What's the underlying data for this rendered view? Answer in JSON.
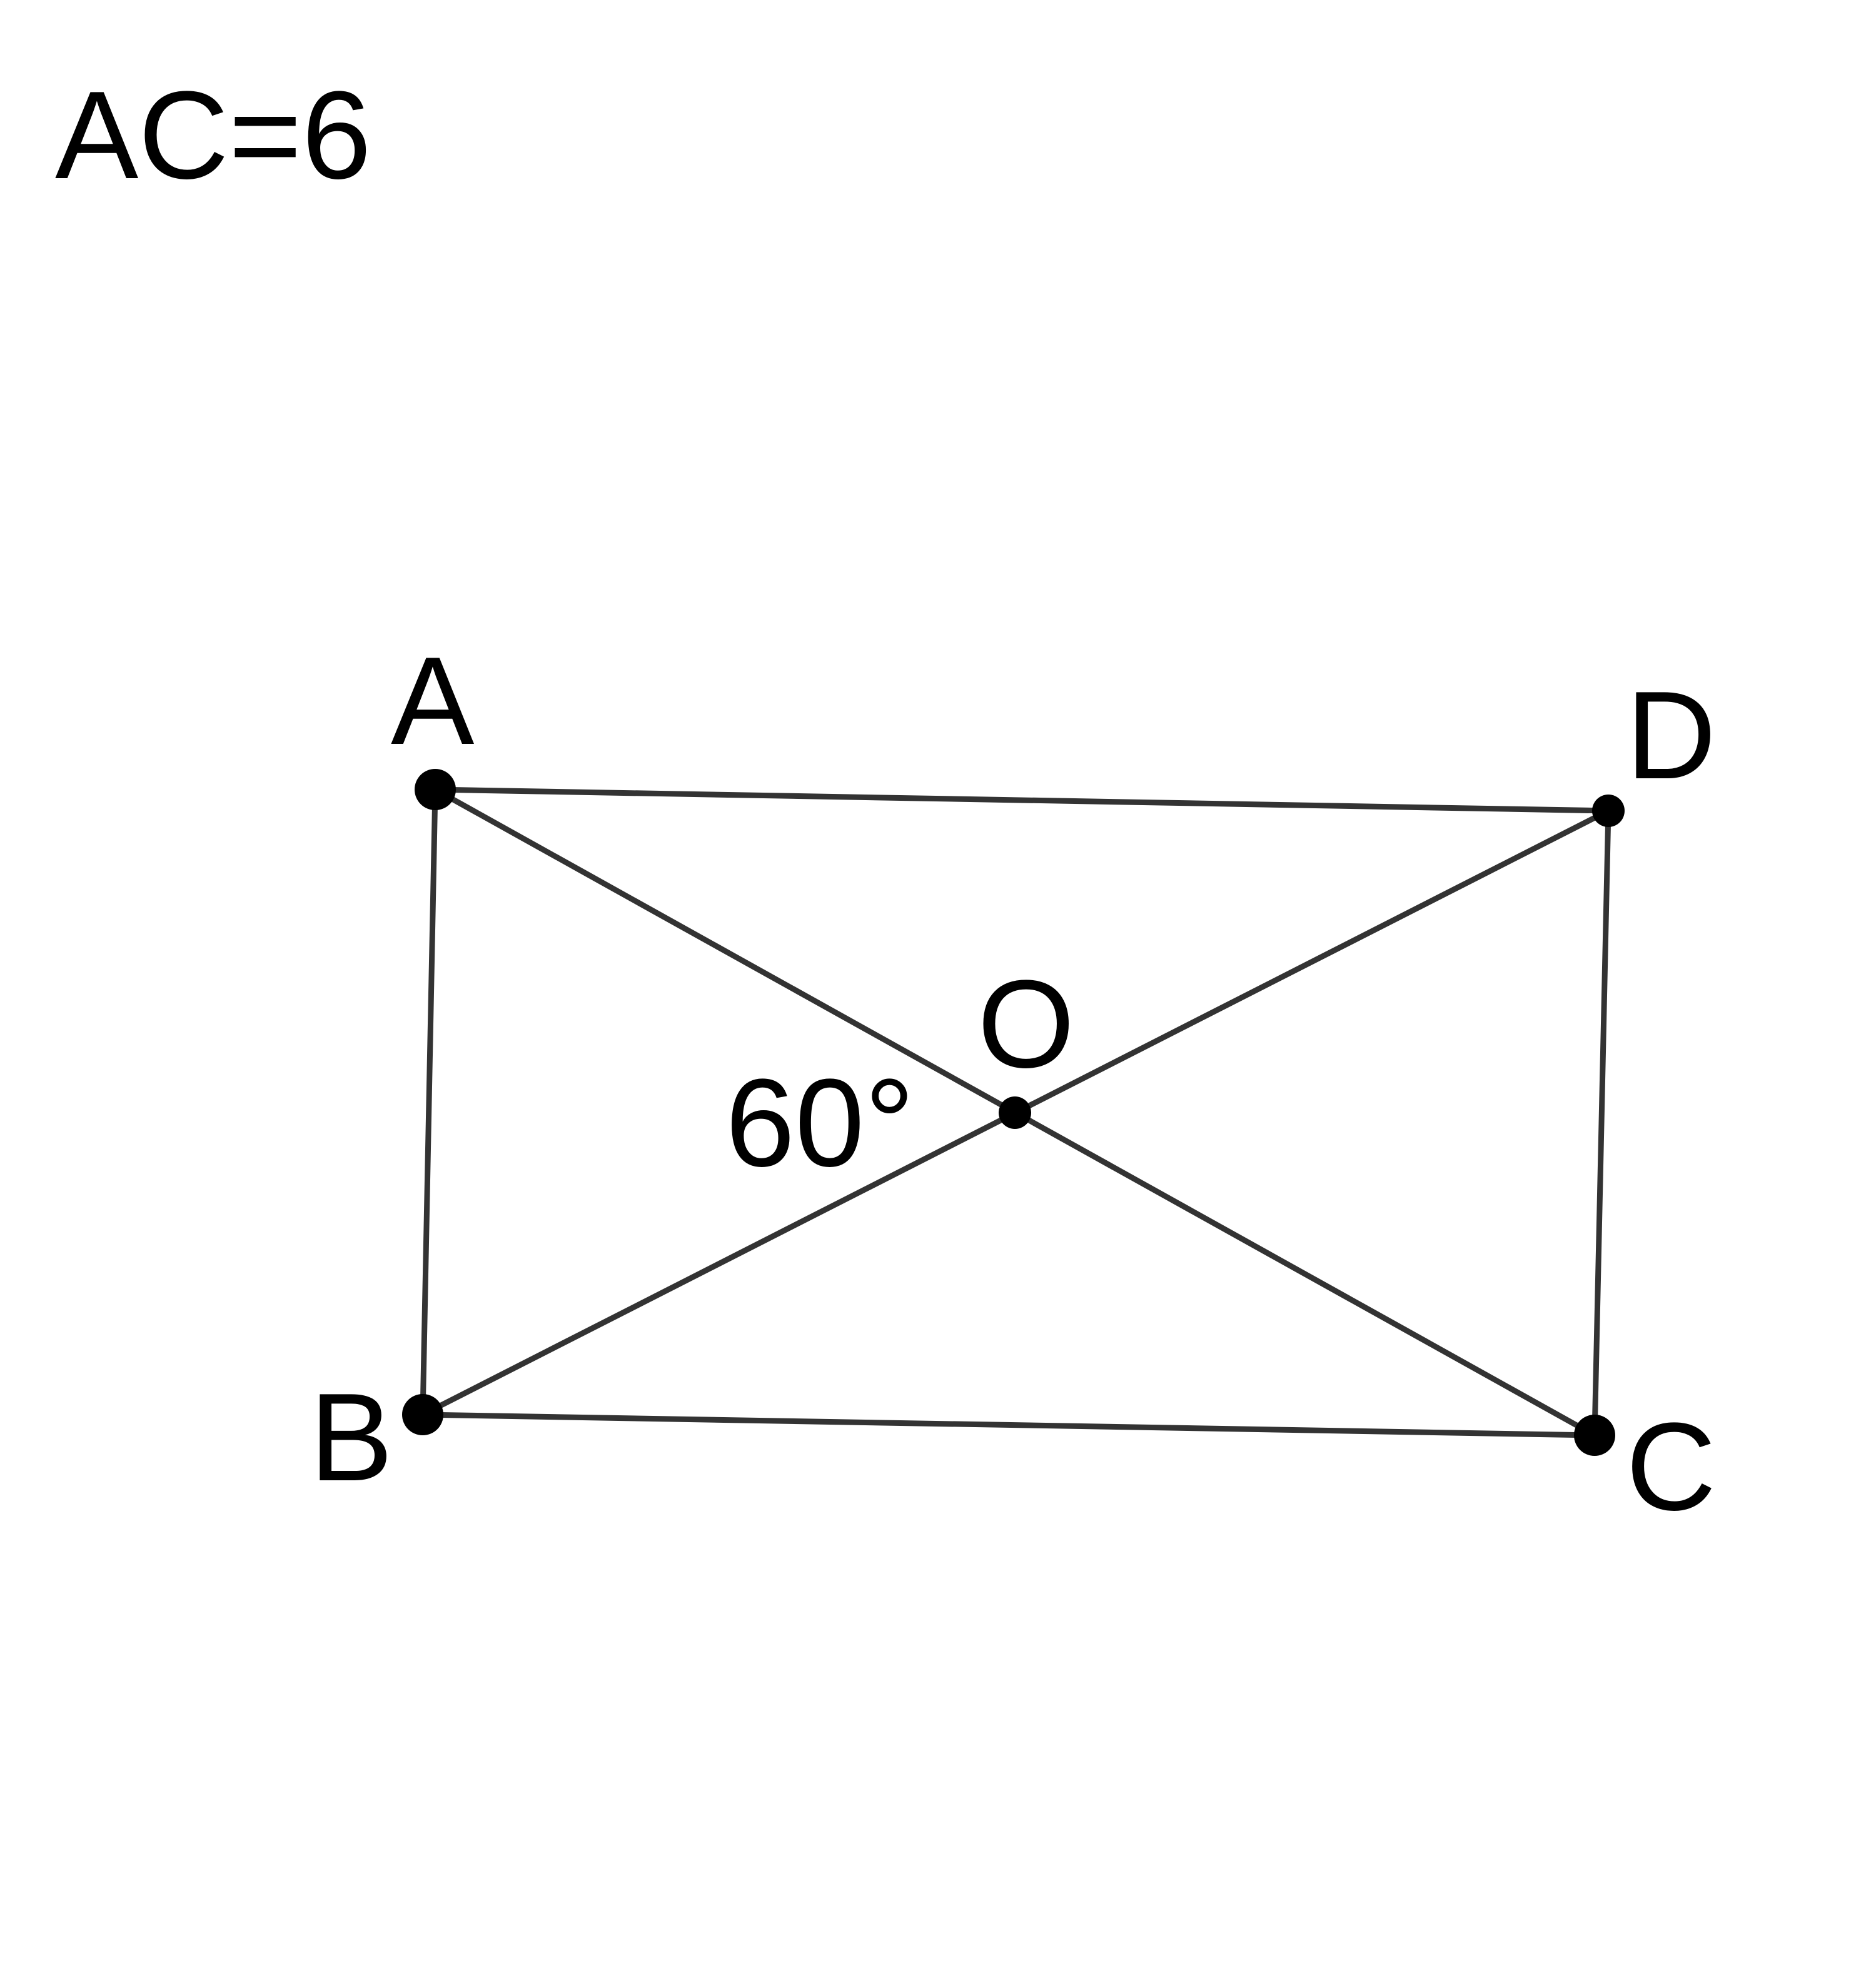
{
  "given": "AC=6",
  "points": {
    "A": "A",
    "B": "B",
    "C": "C",
    "D": "D",
    "O": "O"
  },
  "angle_label": "60°",
  "colors": {
    "stroke": "#333333",
    "point": "#000000",
    "text": "#000000",
    "background": "#ffffff"
  }
}
